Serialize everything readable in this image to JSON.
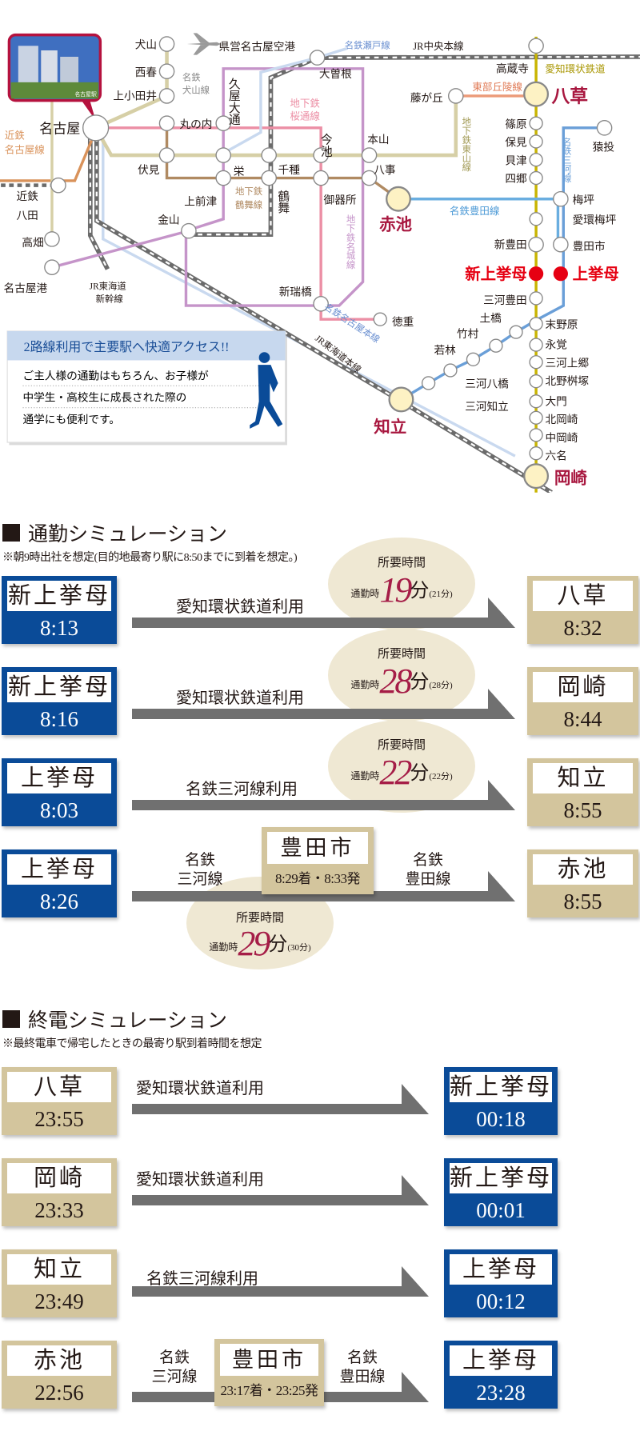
{
  "map": {
    "photo_caption": "名古屋駅",
    "stations": [
      "犬山",
      "西春",
      "上小田井",
      "丸の内",
      "久屋大通",
      "県営名古屋空港",
      "大曽根",
      "名古屋",
      "伏見",
      "栄",
      "千種",
      "鶴舞",
      "今池",
      "本山",
      "八事",
      "御器所",
      "上前津",
      "金山",
      "近鉄",
      "八田",
      "高畑",
      "名古屋港",
      "新瑞橋",
      "徳重",
      "藤が丘",
      "高蔵寺",
      "八草",
      "篠原",
      "保見",
      "貝津",
      "四郷",
      "梅坪",
      "愛環梅坪",
      "豊田市",
      "猿投",
      "新豊田",
      "新上挙母",
      "上挙母",
      "三河豊田",
      "土橋",
      "竹村",
      "若林",
      "末野原",
      "永覚",
      "三河上郷",
      "北野桝塚",
      "大門",
      "北岡崎",
      "中岡崎",
      "六名",
      "三河八橋",
      "三河知立",
      "岡崎",
      "赤池",
      "知立"
    ],
    "lines": [
      "名鉄",
      "犬山線",
      "近鉄",
      "名古屋線",
      "地下鉄",
      "桜通線",
      "地下鉄",
      "鶴舞線",
      "地下鉄名城線",
      "地下鉄東山線",
      "東部丘陵線",
      "愛知環状鉄道",
      "名鉄三河線",
      "名鉄豊田線",
      "名鉄瀬戸線",
      "JR中央本線",
      "名鉄名古屋本線",
      "JR東海道本線",
      "JR東海道",
      "新幹線"
    ],
    "callout": {
      "title": "2路線利用で主要駅へ快適アクセス!!",
      "lines": [
        "ご主人様の通勤はもちろん、お子様が",
        "中学生・高校生に成長された際の",
        "通学にも便利です。"
      ]
    },
    "colors": {
      "highlight": "#a8173f",
      "target": "#e60012",
      "loop": "#c8b400",
      "mikawa": "#6a9fd8",
      "meijo": "#c594c9",
      "sakuradori": "#ec8fa5",
      "tsurumai": "#b08a62",
      "higashiyama": "#d6cfa6"
    }
  },
  "commute": {
    "title": "通勤シミュレーション",
    "note": "※朝9時出社を想定(目的地最寄り駅に8:50までに到着を想定。)",
    "duration_label": "所要時間",
    "commute_label": "通勤時",
    "unit": "分",
    "rows": [
      {
        "from": "新上挙母",
        "from_time": "8:13",
        "route": "愛知環状鉄道利用",
        "to": "八草",
        "to_time": "8:32",
        "minutes": "19",
        "normal": "(21分)"
      },
      {
        "from": "新上挙母",
        "from_time": "8:16",
        "route": "愛知環状鉄道利用",
        "to": "岡崎",
        "to_time": "8:44",
        "minutes": "28",
        "normal": "(28分)"
      },
      {
        "from": "上挙母",
        "from_time": "8:03",
        "route": "名鉄三河線利用",
        "to": "知立",
        "to_time": "8:55",
        "minutes": "22",
        "normal": "(22分)"
      },
      {
        "from": "上挙母",
        "from_time": "8:26",
        "route1": "名鉄\n三河線",
        "transfer": "豊田市",
        "transfer_time": "8:29着・8:33発",
        "route2": "名鉄\n豊田線",
        "to": "赤池",
        "to_time": "8:55",
        "minutes": "29",
        "normal": "(30分)"
      }
    ]
  },
  "last_train": {
    "title": "終電シミュレーション",
    "note": "※最終電車で帰宅したときの最寄り駅到着時間を想定",
    "rows": [
      {
        "from": "八草",
        "from_time": "23:55",
        "route": "愛知環状鉄道利用",
        "to": "新上挙母",
        "to_time": "00:18"
      },
      {
        "from": "岡崎",
        "from_time": "23:33",
        "route": "愛知環状鉄道利用",
        "to": "新上挙母",
        "to_time": "00:01"
      },
      {
        "from": "知立",
        "from_time": "23:49",
        "route": "名鉄三河線利用",
        "to": "上挙母",
        "to_time": "00:12"
      },
      {
        "from": "赤池",
        "from_time": "22:56",
        "route1": "名鉄\n三河線",
        "transfer": "豊田市",
        "transfer_time": "23:17着・23:25発",
        "route2": "名鉄\n豊田線",
        "to": "上挙母",
        "to_time": "23:28"
      }
    ]
  }
}
